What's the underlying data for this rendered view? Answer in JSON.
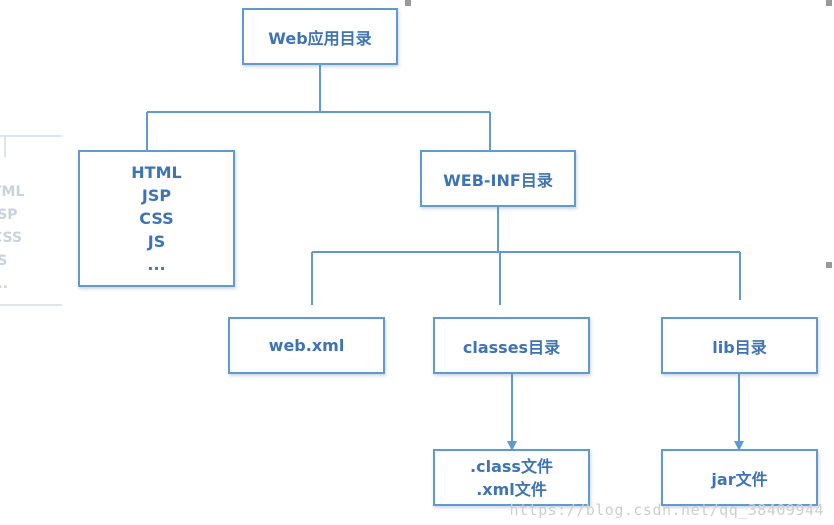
{
  "diagram": {
    "root": "Web应用目录",
    "static_files": [
      "HTML",
      "JSP",
      "CSS",
      "JS",
      "..."
    ],
    "web_inf": "WEB-INF目录",
    "web_xml": "web.xml",
    "classes": "classes目录",
    "lib": "lib目录",
    "class_files": [
      ".class文件",
      ".xml文件"
    ],
    "jar_files": "jar文件"
  },
  "background_ghost": [
    "TML",
    "JSP",
    "CSS",
    "JS",
    "..."
  ],
  "watermark": "https://blog.csdn.net/qq_38409944",
  "colors": {
    "box_border": "#5f9bd0",
    "text": "#3e74b5",
    "connector": "#5f9bd0"
  }
}
